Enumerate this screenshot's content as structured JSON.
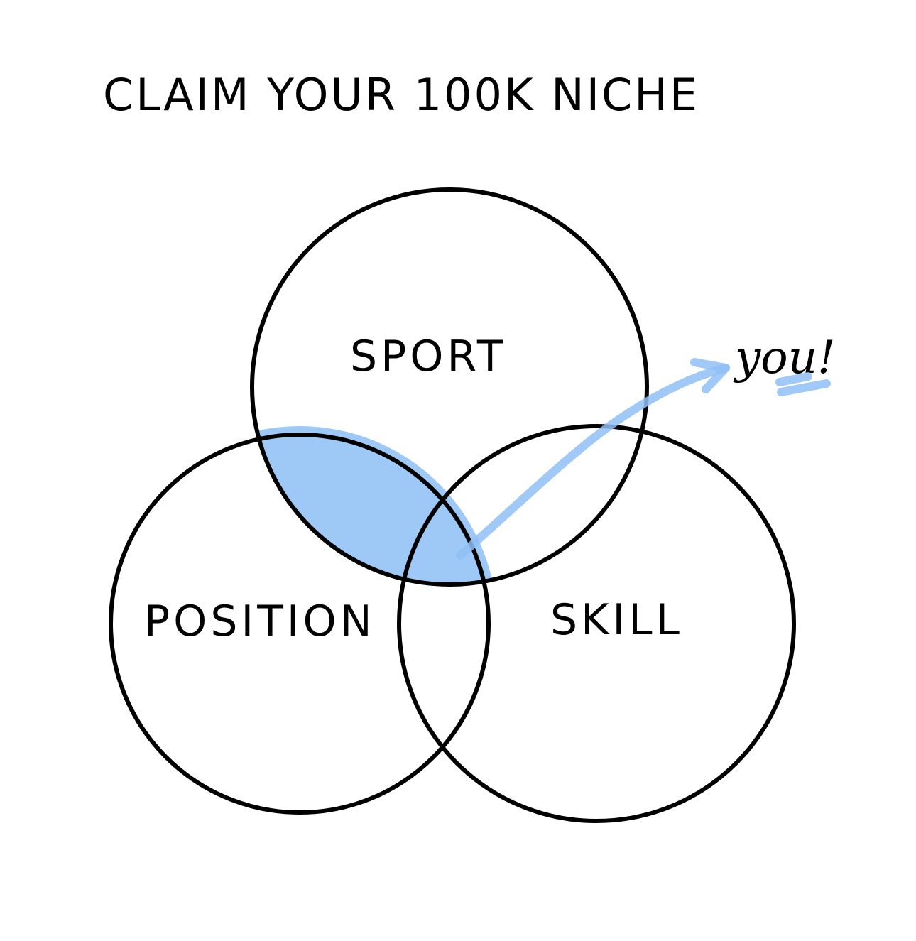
{
  "title": "CLAIM YOUR 100K NICHE",
  "circles": {
    "top": {
      "label": "SPORT"
    },
    "left": {
      "label": "POSITION"
    },
    "right": {
      "label": "SKILL"
    }
  },
  "callout": {
    "label": "you!",
    "icon": "arrow-icon"
  },
  "colors": {
    "ink": "#000000",
    "highlight": "#9ec9f7",
    "arrow": "#8fc0f6",
    "background": "#ffffff"
  }
}
